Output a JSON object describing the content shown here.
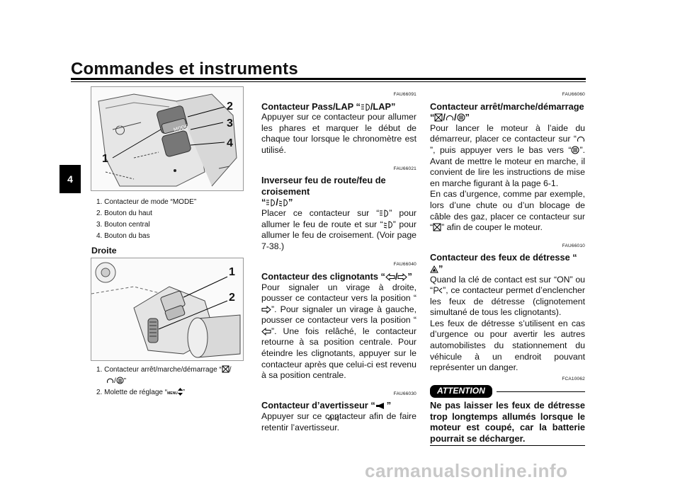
{
  "header": {
    "title": "Commandes et instruments",
    "chapter_tab": "4",
    "page_number": "4-4"
  },
  "figure1": {
    "callouts": [
      "1",
      "2",
      "3",
      "4"
    ],
    "button_label": "MODE",
    "captions": [
      "1. Contacteur de mode “MODE”",
      "2. Bouton du haut",
      "3. Bouton central",
      "4. Bouton du bas"
    ]
  },
  "droite": "Droite",
  "figure2": {
    "callouts": [
      "1",
      "2"
    ],
    "captions": {
      "c1a": "1. Contacteur arrêt/marche/démarrage “",
      "c1b": "/",
      "c1c": "/",
      "c1d": "”",
      "c2a": "2. Molette de réglage “",
      "c2menu": "MENU",
      "c2b": "”"
    }
  },
  "col2": {
    "s1": {
      "code": "FAU66091",
      "head_a": "Contacteur Pass/LAP “",
      "head_b": "/LAP”",
      "body": "Appuyer sur ce contacteur pour allumer les phares et marquer le début de chaque tour lorsque le chronomètre est utilisé."
    },
    "s2": {
      "code": "FAU66021",
      "head_a": "Inverseur feu de route/feu de croisement",
      "head_b": "“",
      "head_c": "/",
      "head_d": "”",
      "body_a": "Placer ce contacteur sur “",
      "body_b": "” pour allumer le feu de route et sur “",
      "body_c": "” pour allumer le feu de croisement. (Voir page 7-38.)"
    },
    "s3": {
      "code": "FAU66040",
      "head_a": "Contacteur des clignotants “",
      "head_b": "/",
      "head_c": "”",
      "body_a": "Pour signaler un virage à droite, pousser ce contacteur vers la position “",
      "body_b": "”. Pour signaler un virage à gauche, pousser ce contacteur vers la position “",
      "body_c": "”. Une fois relâché, le contacteur retourne à sa position centrale. Pour éteindre les clignotants, appuyer sur le contacteur après que celui-ci est revenu à sa position centrale."
    },
    "s4": {
      "code": "FAU66030",
      "head_a": "Contacteur d’avertisseur “",
      "head_b": "”",
      "body": "Appuyer sur ce contacteur afin de faire retentir l’avertisseur."
    }
  },
  "col3": {
    "s1": {
      "code": "FAU66060",
      "head_a": "Contacteur arrêt/marche/démarrage",
      "head_b": "“",
      "head_c": "/",
      "head_d": "/",
      "head_e": "”",
      "body_a": "Pour lancer le moteur à l’aide du démarreur, placer ce contacteur sur “",
      "body_b": "”, puis appuyer vers le bas vers “",
      "body_c": "”. Avant de mettre le moteur en marche, il convient de lire les instructions de mise en marche figurant à la page 6-1.",
      "body_d": "En cas d’urgence, comme par exemple, lors d’une chute ou d’un blocage de câble des gaz, placer ce contacteur sur “",
      "body_e": "” afin de couper le moteur."
    },
    "s2": {
      "code": "FAU66010",
      "head_a": "Contacteur des feux de détresse “",
      "head_b": "”",
      "body_a": "Quand la clé de contact est sur “ON” ou “",
      "body_b": "”, ce contacteur permet d’enclencher les feux de détresse (clignotement simultané de tous les clignotants).",
      "body_c": "Les feux de détresse s’utilisent en cas d’urgence ou pour avertir les autres automobilistes du stationnement du véhicule à un endroit pouvant représenter un danger."
    },
    "attention": {
      "code": "FCA10062",
      "badge": "ATTENTION",
      "text": "Ne pas laisser les feux de détresse trop longtemps allumés lorsque le moteur est coupé, car la batterie pourrait se décharger."
    }
  },
  "watermark": "carmanualsonline.info"
}
